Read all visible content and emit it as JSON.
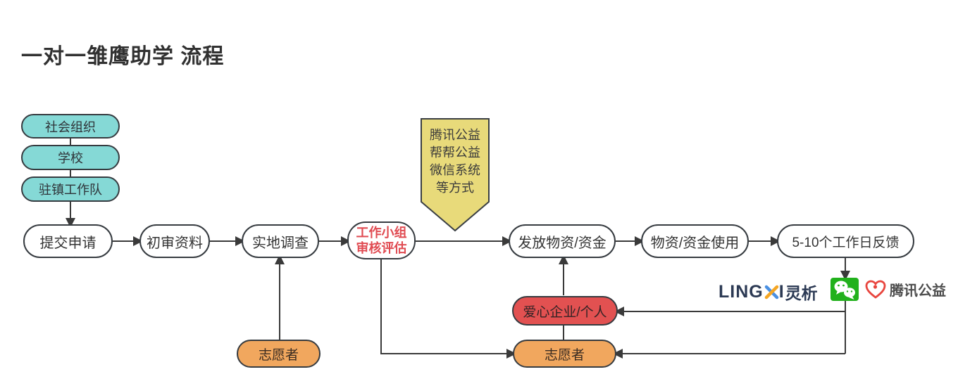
{
  "title": "一对一雏鹰助学 流程",
  "colors": {
    "teal_node": "#85d9d6",
    "yellow_banner": "#e8da7a",
    "red_node": "#e25151",
    "orange_node": "#f1a75e",
    "line": "#3a3a3a",
    "workgroup_text": "#e04b52",
    "wechat_green": "#21b11c",
    "tencent_red": "#e8453e",
    "lingxi_navy": "#2c3a54"
  },
  "source_nodes": [
    {
      "label": "社会组织"
    },
    {
      "label": "学校"
    },
    {
      "label": "驻镇工作队"
    }
  ],
  "flow_nodes": {
    "submit": {
      "label": "提交申请"
    },
    "review": {
      "label": "初审资料"
    },
    "survey": {
      "label": "实地调查"
    },
    "workgroup": {
      "line1": "工作小组",
      "line2": "审核评估"
    },
    "distribute": {
      "label": "发放物资/资金"
    },
    "usage": {
      "label": "物资/资金使用"
    },
    "feedback": {
      "label": "5-10个工作日反馈"
    }
  },
  "banner": {
    "lines": [
      "腾讯公益",
      "帮帮公益",
      "微信系统",
      "等方式"
    ]
  },
  "actor_nodes": {
    "volunteer_left": {
      "label": "志愿者"
    },
    "donor": {
      "label": "爱心企业/个人"
    },
    "volunteer_right": {
      "label": "志愿者"
    }
  },
  "logos": {
    "lingxi_latin_left": "LING",
    "lingxi_latin_right": "I",
    "lingxi_cn": "灵析",
    "tencent_label": "腾讯公益"
  }
}
